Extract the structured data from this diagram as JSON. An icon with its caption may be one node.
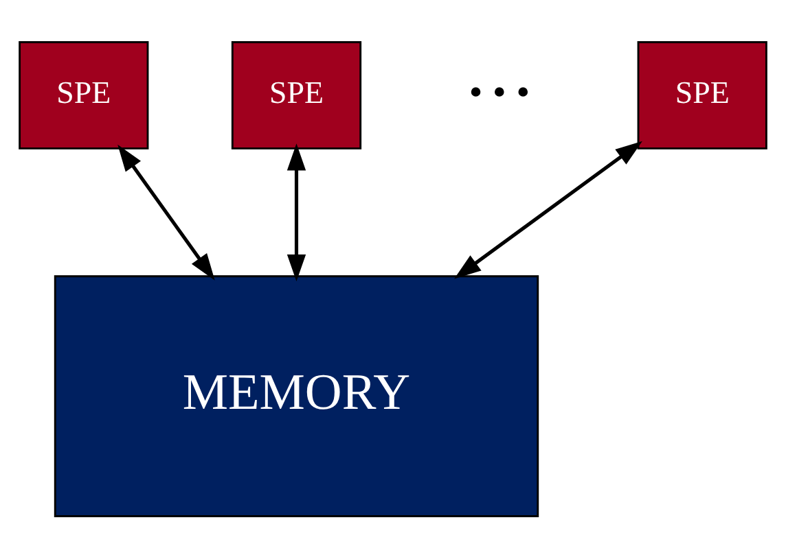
{
  "diagram": {
    "nodes": [
      {
        "text": [
          "SPE"
        ]
      },
      {
        "text": [
          "SPE"
        ]
      },
      {
        "text": [
          "SPE"
        ]
      },
      {
        "text": [
          "MEMORY"
        ]
      }
    ],
    "edges": [
      {
        "from": 0,
        "to": 3,
        "arrow": "both"
      },
      {
        "from": 1,
        "to": 3,
        "arrow": "both"
      },
      {
        "from": 2,
        "to": 3,
        "arrow": "both"
      }
    ],
    "labels": [
      "• • •"
    ]
  }
}
